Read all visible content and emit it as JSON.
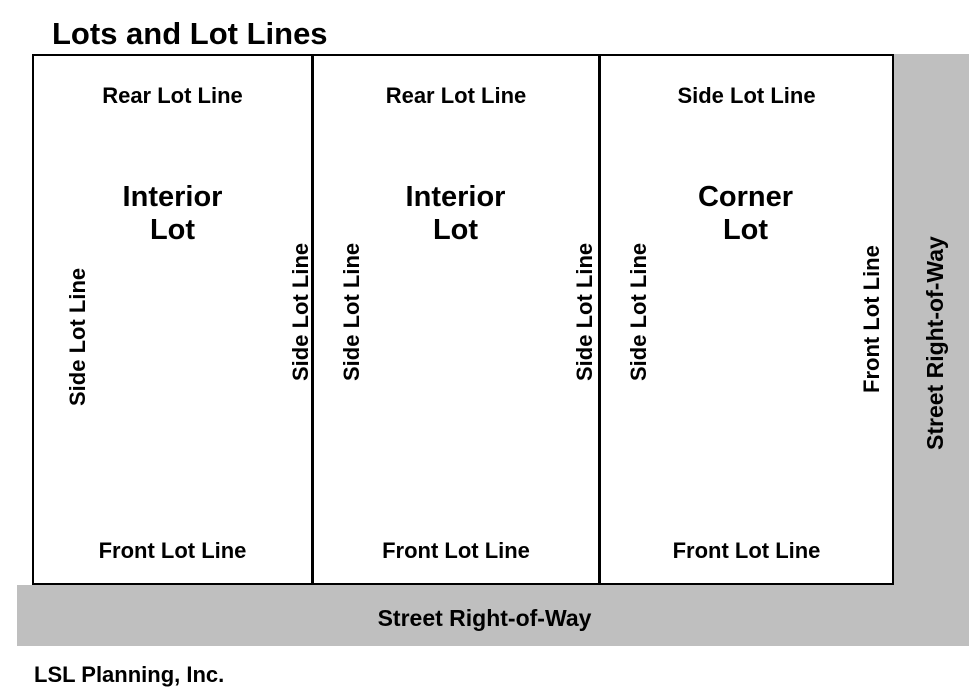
{
  "title": "Lots and Lot Lines",
  "credit": "LSL Planning, Inc.",
  "labels": {
    "rear_lot_line": "Rear Lot Line",
    "front_lot_line": "Front Lot Line",
    "side_lot_line": "Side Lot Line",
    "street_row": "Street Right-of-Way",
    "interior_lot_line1": "Interior",
    "interior_lot_line2": "Lot",
    "corner_lot_line1": "Corner",
    "corner_lot_line2": "Lot"
  },
  "lots": [
    {
      "name": "Interior Lot",
      "top_label": "Rear Lot Line",
      "bottom_label": "Front Lot Line",
      "left_label": "Side Lot Line",
      "right_label": "Side Lot Line"
    },
    {
      "name": "Interior Lot",
      "top_label": "Rear Lot Line",
      "bottom_label": "Front Lot Line",
      "left_label": "Side Lot Line",
      "right_label": "Side Lot Line"
    },
    {
      "name": "Corner Lot",
      "top_label": "Side Lot Line",
      "bottom_label": "Front Lot Line",
      "left_label": "Side Lot Line",
      "right_label": "Front Lot Line"
    }
  ],
  "colors": {
    "background": "#ffffff",
    "ink": "#000000",
    "right_of_way": "#bfbfbf"
  }
}
